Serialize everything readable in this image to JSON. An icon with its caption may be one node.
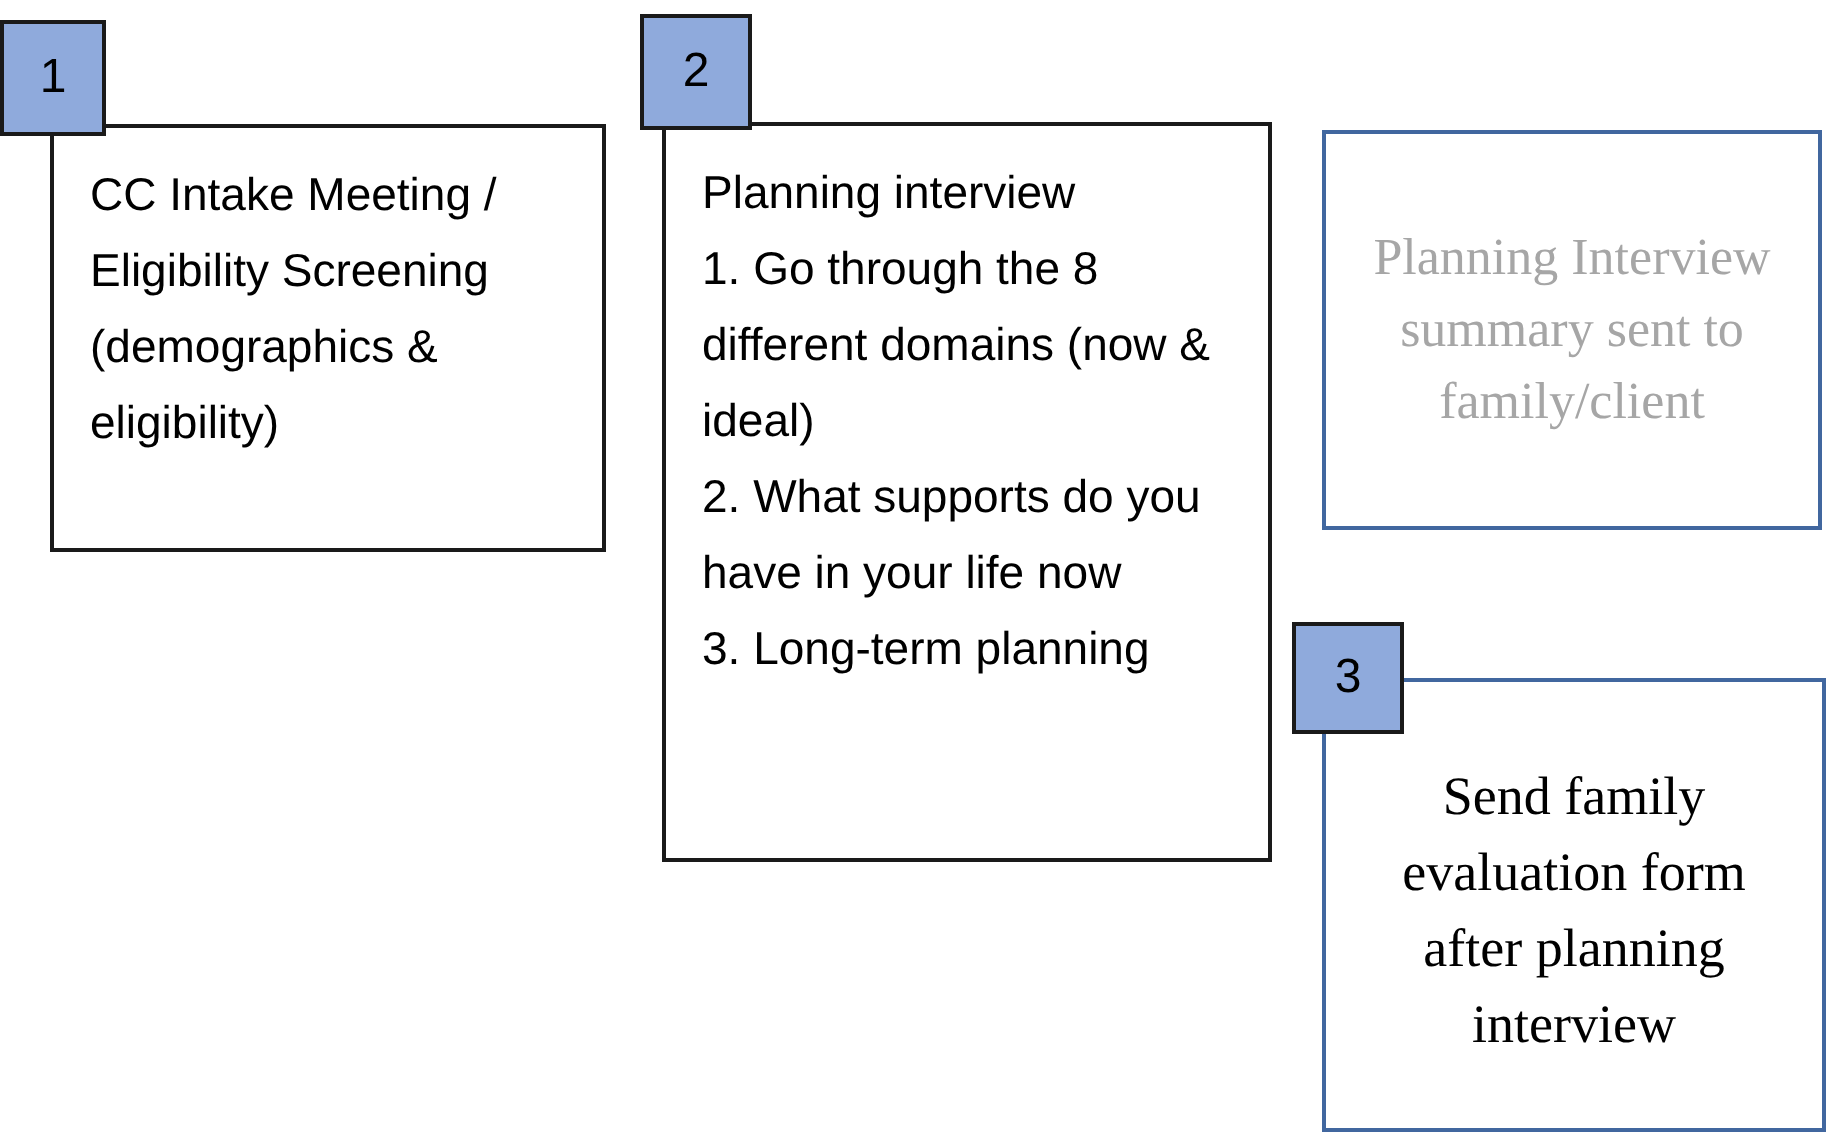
{
  "diagram": {
    "nodes": [
      {
        "text": [
          "1"
        ]
      },
      {
        "text": [
          "CC Intake Meeting / Eligibility Screening (demographics & eligibility)"
        ]
      },
      {
        "text": [
          "2"
        ]
      },
      {
        "text": [
          "Planning interview",
          "1. Go through the 8 different domains (now & ideal)",
          "2. What supports do you have in your life now",
          "3. Long-term planning"
        ]
      },
      {
        "text": [
          "Planning Interview summary sent to family/client"
        ]
      },
      {
        "text": [
          "3"
        ]
      },
      {
        "text": [
          "Send family evaluation form after planning interview"
        ]
      }
    ]
  }
}
